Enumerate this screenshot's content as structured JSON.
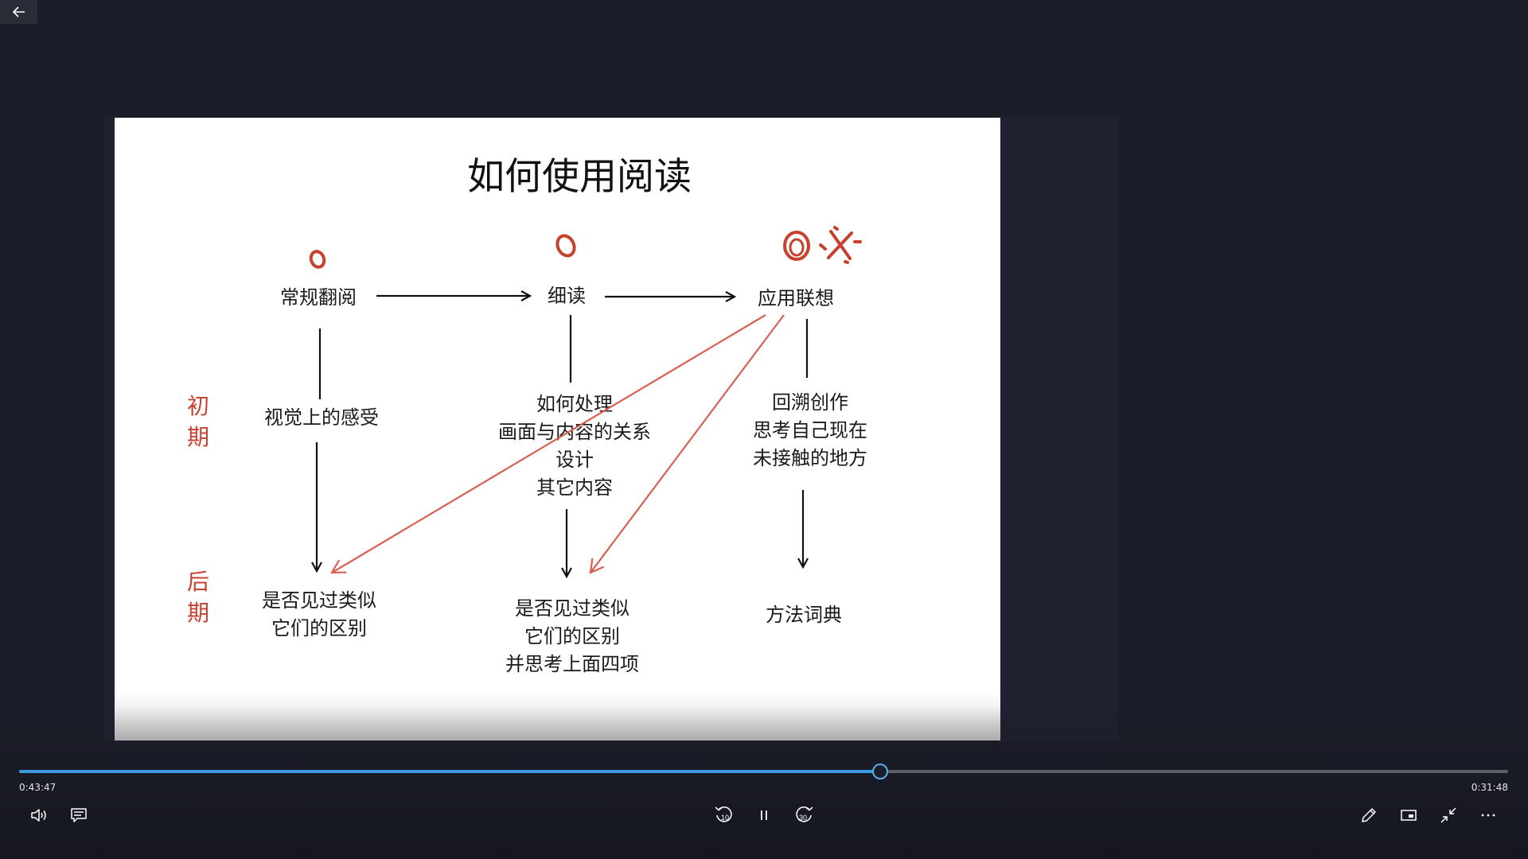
{
  "window": {
    "back_icon": "arrow-left-icon"
  },
  "slide": {
    "title": "如何使用阅读",
    "phases": {
      "early_chars": [
        "初",
        "期"
      ],
      "late_chars": [
        "后",
        "期"
      ]
    },
    "stages": [
      "常规翻阅",
      "细读",
      "应用联想"
    ],
    "middle": {
      "col1": [
        "视觉上的感受"
      ],
      "col2": [
        "如何处理",
        "画面与内容的关系",
        "设计",
        "其它内容"
      ],
      "col3": [
        "回溯创作",
        "思考自己现在",
        "未接触的地方"
      ]
    },
    "bottom": {
      "col1": [
        "是否见过类似",
        "它们的区别"
      ],
      "col2": [
        "是否见过类似",
        "它们的区别",
        "并思考上面四项"
      ],
      "col3": [
        "方法词典"
      ]
    },
    "colors": {
      "annotation": "#c8402e",
      "ink": "#111111"
    }
  },
  "player": {
    "elapsed": "0:43:47",
    "remaining": "0:31:48",
    "progress_fraction": 0.578,
    "buttons": {
      "volume_icon": "volume-icon",
      "captions_icon": "captions-icon",
      "rewind_icon": "rewind-10-icon",
      "rewind_label": "10",
      "pause_icon": "pause-icon",
      "forward_icon": "forward-30-icon",
      "forward_label": "30",
      "pen_icon": "pen-icon",
      "miniview_icon": "mini-view-icon",
      "exit_fullscreen_icon": "exit-fullscreen-icon",
      "more_icon": "more-icon"
    },
    "accent": "#3a9be0"
  }
}
